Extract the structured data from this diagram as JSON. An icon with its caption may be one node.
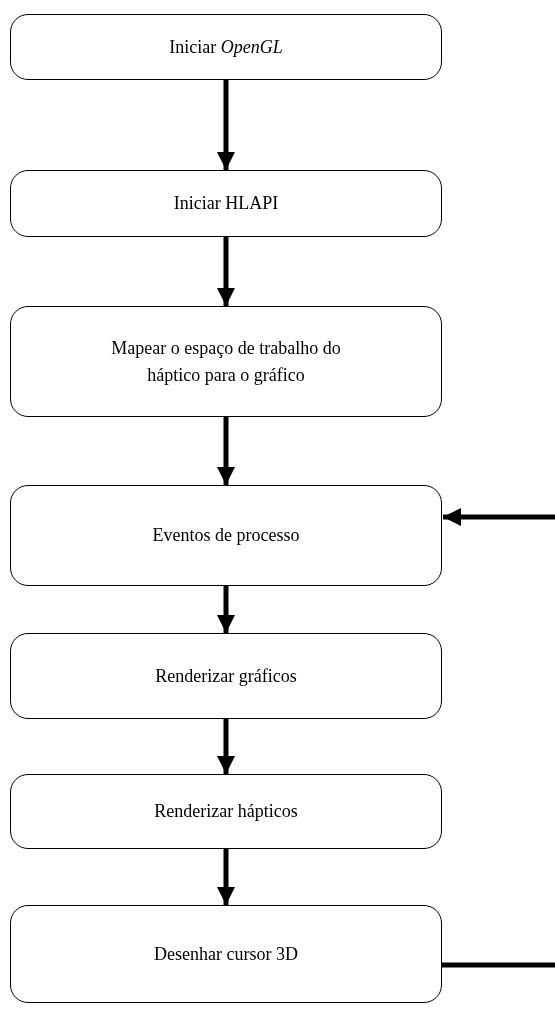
{
  "diagram": {
    "nodes": [
      {
        "text": [
          "Iniciar *OpenGL*"
        ]
      },
      {
        "text": [
          "Iniciar HLAPI"
        ]
      },
      {
        "text": [
          "Mapear o espaço de trabalho do háptico para o gráfico"
        ]
      },
      {
        "text": [
          "Eventos de processo"
        ]
      },
      {
        "text": [
          "Renderizar gráficos"
        ]
      },
      {
        "text": [
          "Renderizar hápticos"
        ]
      },
      {
        "text": [
          "Desenhar cursor 3D"
        ]
      }
    ],
    "edges": [
      {
        "from": 0,
        "to": 1,
        "arrow": "to"
      },
      {
        "from": 1,
        "to": 2,
        "arrow": "to"
      },
      {
        "from": 2,
        "to": 3,
        "arrow": "to"
      },
      {
        "from": null,
        "to": 3,
        "arrow": "to"
      },
      {
        "from": 3,
        "to": 4,
        "arrow": "to"
      },
      {
        "from": 4,
        "to": 5,
        "arrow": "to"
      },
      {
        "from": 5,
        "to": 6,
        "arrow": "to"
      },
      {
        "from": 6,
        "to": null,
        "arrow": "none"
      }
    ]
  }
}
